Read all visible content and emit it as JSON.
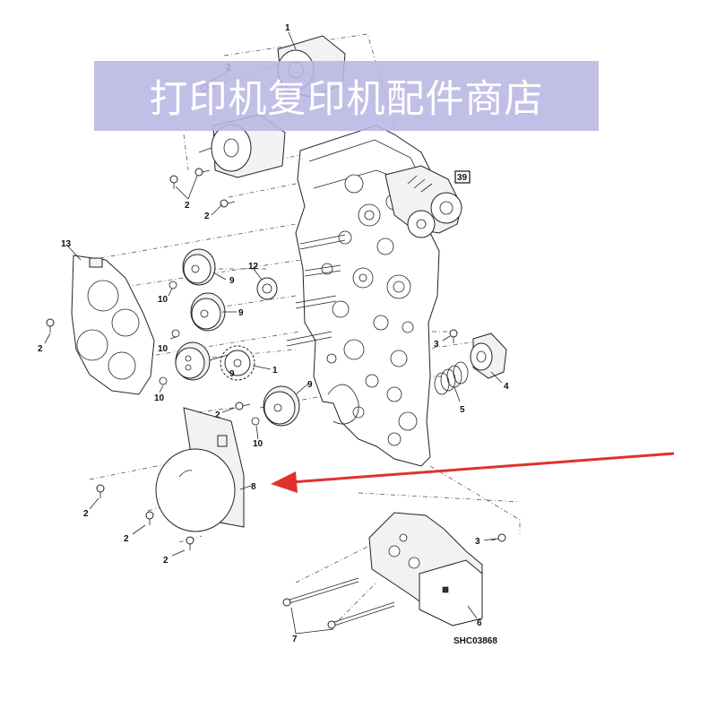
{
  "diagram": {
    "watermark_text": "打印机复印机配件商店",
    "drawing_code": "SHC03868",
    "callouts": {
      "c1_top": "1",
      "c2_top": "2",
      "c2_a": "2",
      "c2_b": "2",
      "c39": "39",
      "c13": "13",
      "c12": "12",
      "c9_a": "9",
      "c9_b": "9",
      "c9_c": "9",
      "c9_d": "9",
      "c10_a": "10",
      "c10_b": "10",
      "c10_c": "10",
      "c10_d": "10",
      "c1_mid": "1",
      "c2_left": "2",
      "c2_mid": "2",
      "c3_a": "3",
      "c4": "4",
      "c5": "5",
      "c8": "8",
      "c2_bl1": "2",
      "c2_bl2": "2",
      "c2_bl3": "2",
      "c3_b": "3",
      "c6": "6",
      "c7": "7"
    },
    "arrow_color": "#e0322c",
    "watermark_color": "#bab6e2"
  }
}
